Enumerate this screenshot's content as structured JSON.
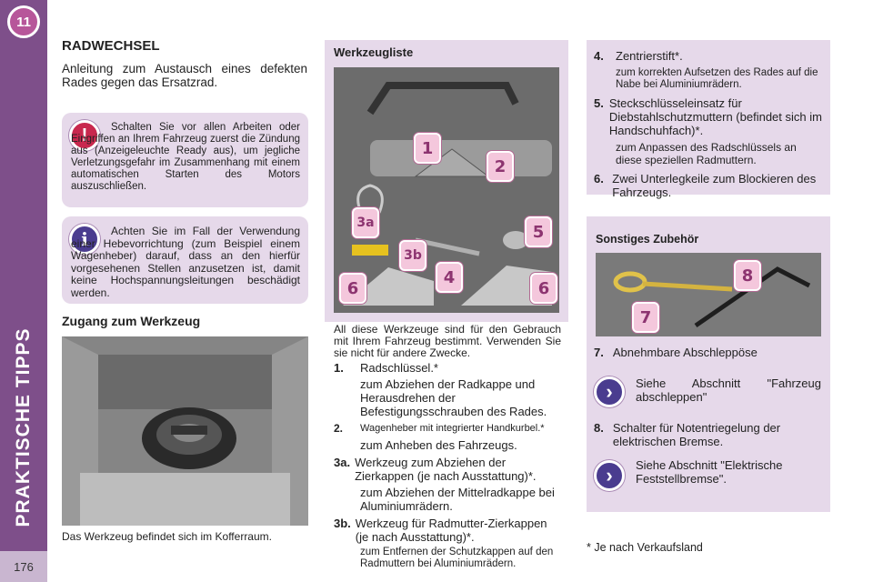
{
  "chapter": {
    "number": "11",
    "title": "PRAKTISCHE TIPPS",
    "page": "176"
  },
  "left": {
    "title": "RADWECHSEL",
    "intro": "Anleitung zum Austausch eines defekten Rades gegen das Ersatzrad.",
    "warning": "Schalten Sie vor allen Arbeiten oder Eingriffen an Ihrem Fahrzeug zuerst die Zündung aus (Anzeigeleuchte Ready aus), um jegliche Verletzungsgefahr im Zusammenhang mit einem automatischen Starten des Motors auszuschließen.",
    "info": "Achten Sie im Fall der Verwendung einer Hebevorrichtung (zum Beispiel einem Wagenheber) darauf, dass an den hierfür vorgesehenen Stellen anzusetzen ist, damit keine Hochspannungsleitungen beschädigt werden.",
    "access_title": "Zugang zum Werkzeug",
    "caption": "Das Werkzeug befindet sich im Kofferraum."
  },
  "middle": {
    "title": "Werkzeugliste",
    "tags": [
      "1",
      "2",
      "3a",
      "3b",
      "4",
      "5",
      "6",
      "6"
    ],
    "intro": "All diese Werkzeuge sind für den Gebrauch mit Ihrem Fahrzeug bestimmt. Verwenden Sie sie nicht für andere Zwecke.",
    "items": [
      {
        "num": "1.",
        "label": "Radschlüssel.*",
        "desc": "zum Abziehen der Radkappe und Herausdrehen der Befestigungsschrauben des Rades."
      },
      {
        "num": "2.",
        "label": "Wagenheber mit integrierter Handkurbel.*",
        "desc": "zum Anheben des Fahrzeugs."
      },
      {
        "num": "3a.",
        "label": "Werkzeug zum Abziehen der Zierkappen (je nach Ausstattung)*.",
        "desc": "zum Abziehen der Mittelradkappe bei Aluminiumrädern."
      },
      {
        "num": "3b.",
        "label": "Werkzeug für Radmutter-Zierkappen (je nach Ausstattung)*.",
        "desc": "zum Entfernen der Schutzkappen auf den Radmuttern bei Aluminiumrädern."
      }
    ]
  },
  "right": {
    "items": [
      {
        "num": "4.",
        "label": "Zentrierstift*.",
        "desc": "zum korrekten Aufsetzen des Rades auf die Nabe bei Aluminiumrädern."
      },
      {
        "num": "5.",
        "label": "Steckschlüsseleinsatz für Diebstahlschutzmuttern (befindet sich im Handschuhfach)*.",
        "desc": "zum Anpassen des Radschlüssels an diese speziellen Radmuttern."
      },
      {
        "num": "6.",
        "label": "Zwei Unterlegkeile zum Blockieren des Fahrzeugs.",
        "desc": ""
      }
    ],
    "accessories_title": "Sonstiges Zubehör",
    "acc_tags": [
      "8",
      "7"
    ],
    "acc_items": [
      {
        "num": "7.",
        "label": "Abnehmbare Abschleppöse",
        "ref": "Siehe Abschnitt \"Fahrzeug abschleppen\""
      },
      {
        "num": "8.",
        "label": "Schalter für Notentriegelung der elektrischen Bremse.",
        "ref": "Siehe Abschnitt \"Elektrische Feststellbremse\"."
      }
    ],
    "footnote": "* Je nach Verkaufsland"
  },
  "colors": {
    "strip": "#7e4f8a",
    "box": "#e6d9ea",
    "warning": "#c8284e",
    "info": "#4a3c8f",
    "tag": "#f4c7dc"
  }
}
